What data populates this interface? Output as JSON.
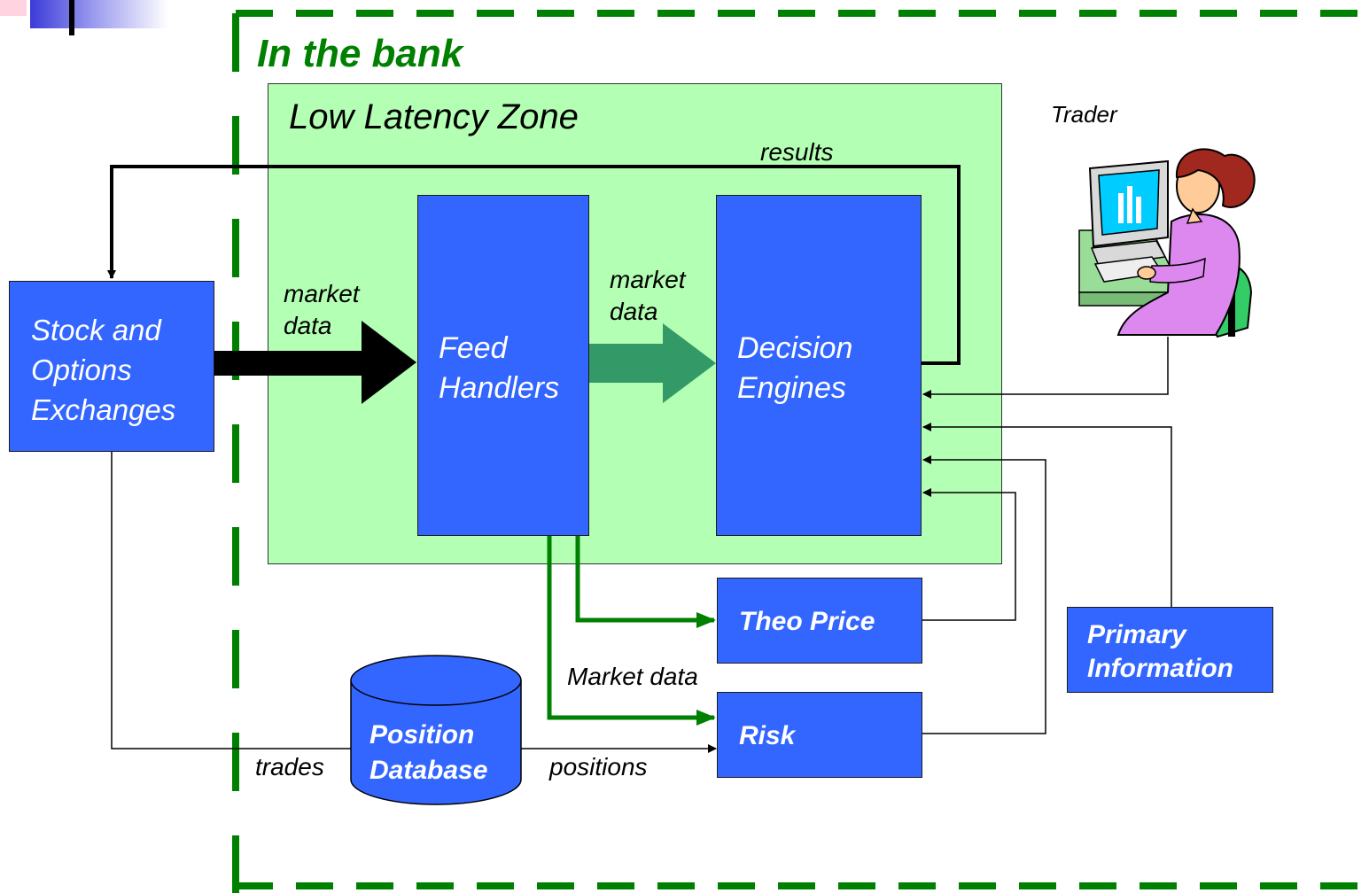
{
  "bank": {
    "title": "In the bank"
  },
  "zone": {
    "title": "Low Latency Zone"
  },
  "trader": {
    "label": "Trader"
  },
  "edges": {
    "results": "results",
    "market_data_1": [
      "market",
      "data"
    ],
    "market_data_2": [
      "market",
      "data"
    ],
    "market_data_3": "Market data",
    "trades": "trades",
    "positions": "positions"
  },
  "nodes": {
    "exchanges": [
      "Stock and",
      "Options",
      "Exchanges"
    ],
    "feed_handlers": [
      "Feed",
      "Handlers"
    ],
    "decision_engines": [
      "Decision",
      "Engines"
    ],
    "theo_price": "Theo Price",
    "risk": "Risk",
    "primary_information": [
      "Primary",
      "Information"
    ],
    "position_database": [
      "Position",
      "Database"
    ]
  },
  "colors": {
    "box_blue": "#3366ff",
    "zone_green": "#b3ffb3",
    "bank_border": "#008000",
    "arrow_green": "#339966",
    "flow_green": "#008000"
  }
}
